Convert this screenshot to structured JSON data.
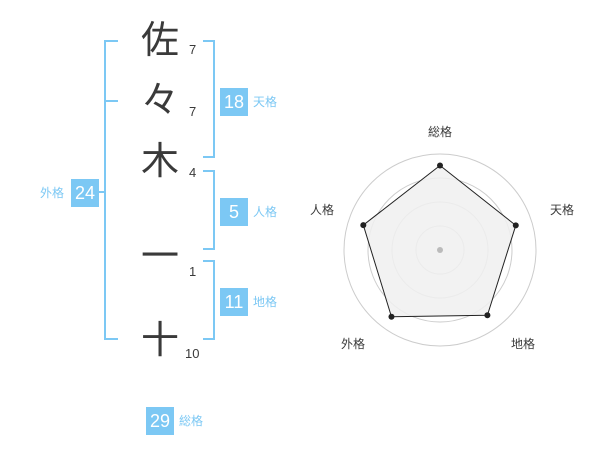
{
  "name_chars": [
    {
      "char": "佐",
      "strokes": "7"
    },
    {
      "char": "々",
      "strokes": "7"
    },
    {
      "char": "木",
      "strokes": "4"
    },
    {
      "char": "一",
      "strokes": "1"
    },
    {
      "char": "十",
      "strokes": "10"
    }
  ],
  "kakusu": {
    "tenkaku": {
      "value": "18",
      "label": "天格"
    },
    "jinkaku": {
      "value": "5",
      "label": "人格"
    },
    "chikaku": {
      "value": "11",
      "label": "地格"
    },
    "gaikaku": {
      "value": "24",
      "label": "外格"
    },
    "soukaku": {
      "value": "29",
      "label": "総格"
    }
  },
  "radar": {
    "axes": [
      "総格",
      "天格",
      "地格",
      "外格",
      "人格"
    ],
    "levels": [
      0.88,
      0.83,
      0.84,
      0.86,
      0.84
    ],
    "colors": {
      "fill": "#f0f0f0",
      "stroke": "#222222",
      "grid": "#cccccc",
      "point": "#222222",
      "center": "#bbbbbb"
    }
  },
  "colors": {
    "accent": "#7cc8f4",
    "text": "#3a3a3a"
  }
}
